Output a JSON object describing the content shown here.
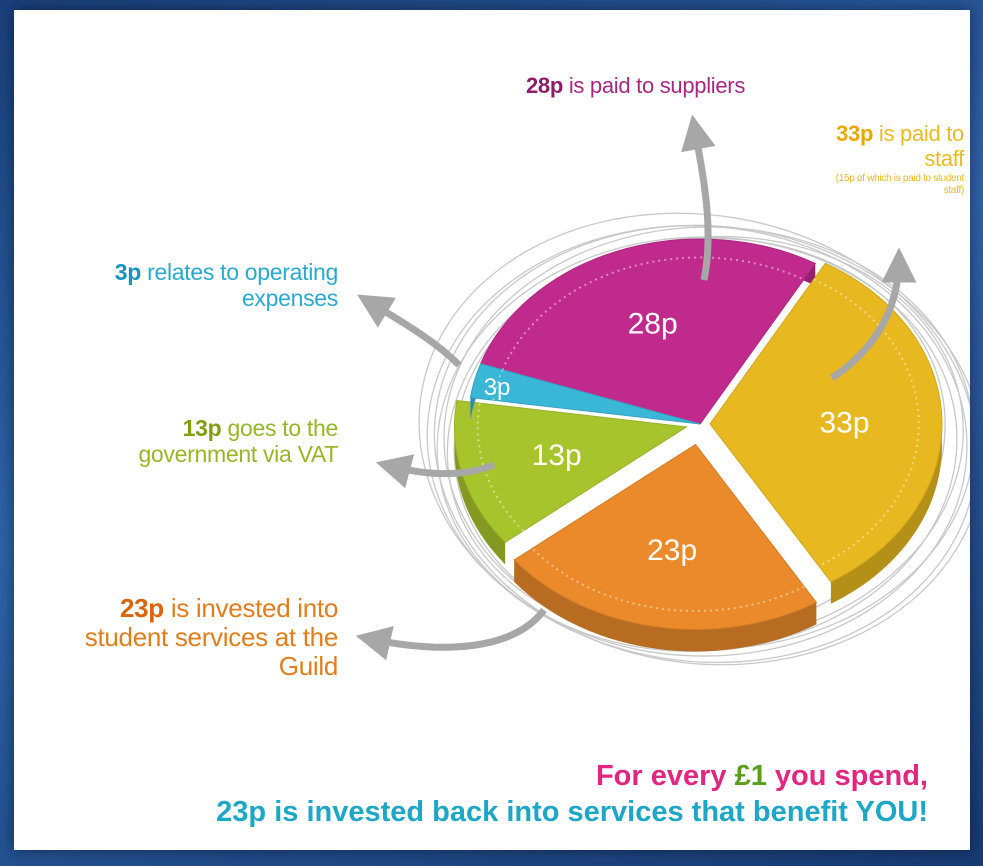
{
  "chart_data": {
    "type": "pie",
    "unit": "p",
    "slices": [
      {
        "value": 28,
        "label": "28p",
        "color": "#c02a8d"
      },
      {
        "value": 33,
        "label": "33p",
        "color": "#e8b820"
      },
      {
        "value": 23,
        "label": "23p",
        "color": "#ea8a2a"
      },
      {
        "value": 13,
        "label": "13p",
        "color": "#a8c42c"
      },
      {
        "value": 3,
        "label": "3p",
        "color": "#3ab6d6"
      }
    ]
  },
  "annotations": [
    {
      "id": "suppliers",
      "amount": "28p",
      "text": " is paid to suppliers",
      "color": "#a8287f",
      "amount_color": "#8e1c6b"
    },
    {
      "id": "staff",
      "amount": "33p",
      "text": " is paid to staff",
      "note": "(15p of which is paid to student staff)",
      "color": "#e9b926",
      "amount_color": "#e9a800"
    },
    {
      "id": "operating",
      "amount": "3p",
      "text": " relates to operating expenses",
      "color": "#2aa9cf",
      "amount_color": "#1695c0"
    },
    {
      "id": "vat",
      "amount": "13p",
      "text": " goes to the government via VAT",
      "color": "#96b629",
      "amount_color": "#7f9e12"
    },
    {
      "id": "services",
      "amount": "23p",
      "text": " is invested into student services at the Guild",
      "color": "#e27d1c",
      "amount_color": "#d9640a"
    }
  ],
  "footer": {
    "line1_a": "For every ",
    "line1_b": "£1",
    "line1_c": " you spend,",
    "line2_a": "23p is invested back into services that benefit ",
    "line2_b": "YOU!",
    "colors": {
      "pink": "#e0267f",
      "blue": "#1da6c6",
      "green": "#5a9f1b"
    }
  }
}
